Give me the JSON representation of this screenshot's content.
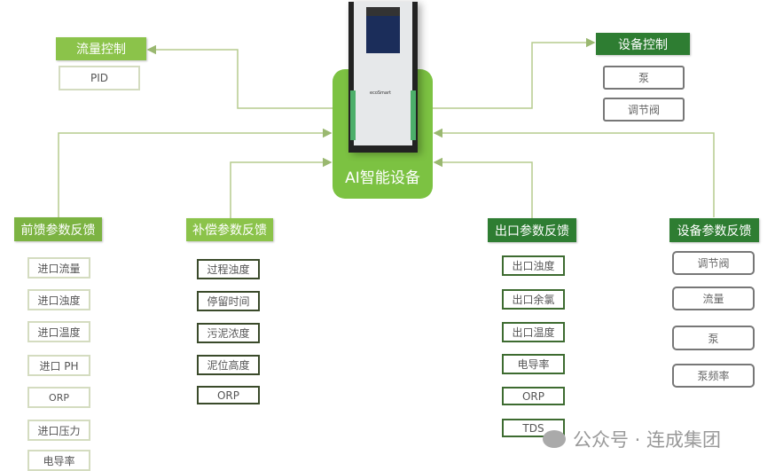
{
  "center": {
    "label": "AI智能设备",
    "brand": "ecoSmart"
  },
  "flow_control": {
    "title": "流量控制",
    "items": [
      "PID"
    ]
  },
  "equipment_control": {
    "title": "设备控制",
    "items": [
      "泵",
      "调节阀"
    ]
  },
  "feedforward": {
    "title": "前馈参数反馈",
    "items": [
      "进口流量",
      "进口浊度",
      "进口温度",
      "进口 PH",
      "ORP",
      "进口压力",
      "电导率"
    ]
  },
  "compensation": {
    "title": "补偿参数反馈",
    "items": [
      "过程浊度",
      "停留时间",
      "污泥浓度",
      "泥位高度",
      "ORP"
    ]
  },
  "outlet": {
    "title": "出口参数反馈",
    "items": [
      "出口浊度",
      "出口余氯",
      "出口温度",
      "电导率",
      "ORP",
      "TDS"
    ]
  },
  "equipment_feedback": {
    "title": "设备参数反馈",
    "items": [
      "调节阀",
      "流量",
      "泵",
      "泵频率"
    ]
  },
  "watermark": "公众号 · 连成集团",
  "colors": {
    "light_green": "#7cb342",
    "dark_green": "#2e7d32",
    "device_green": "#7cc242",
    "line": "#b5cc8e"
  }
}
